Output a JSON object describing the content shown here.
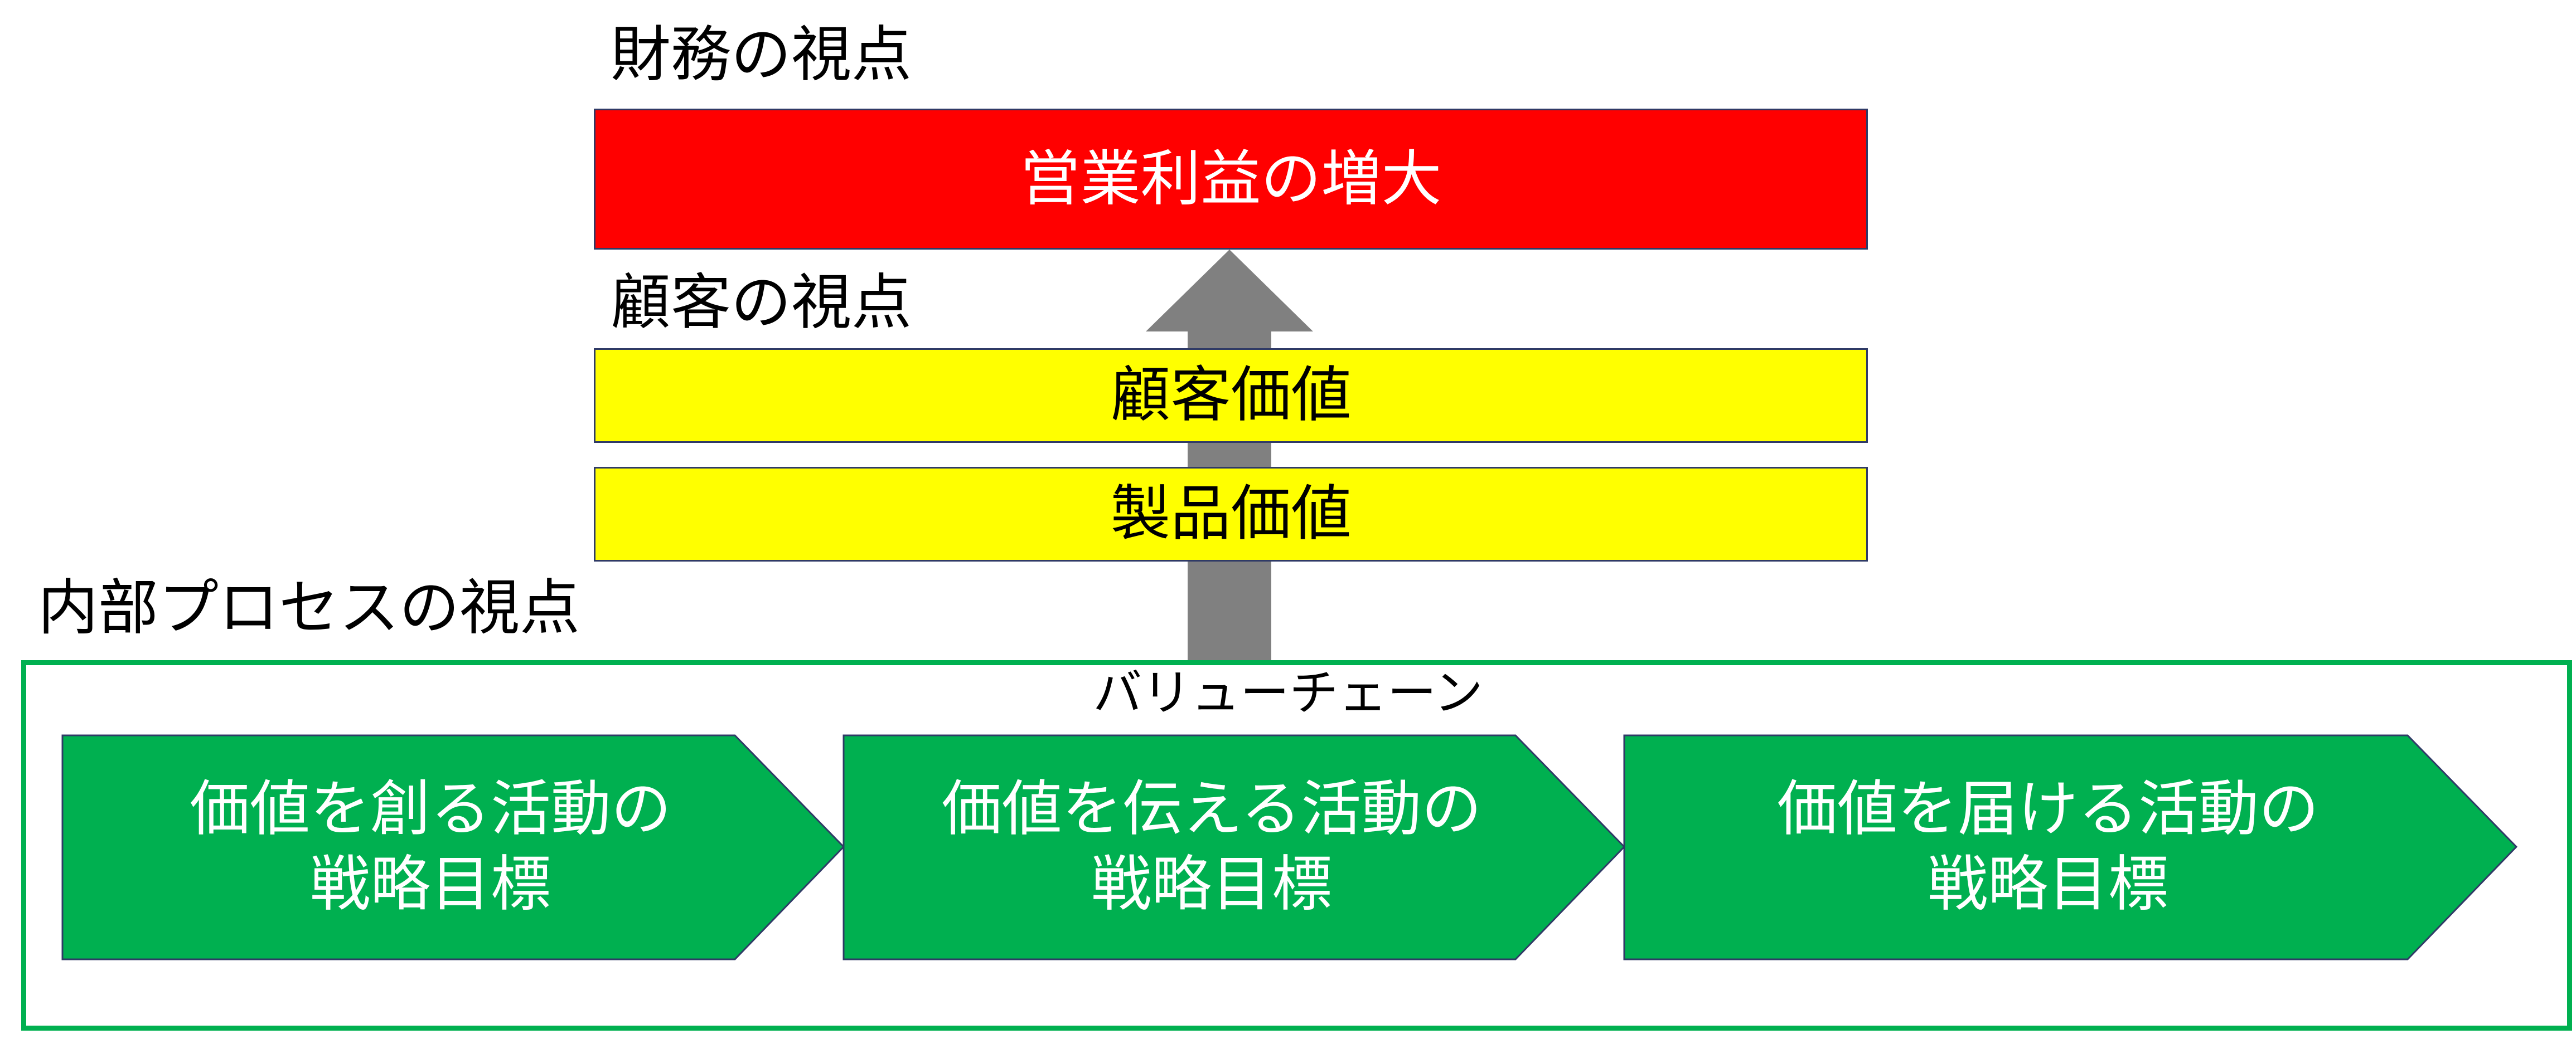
{
  "colors": {
    "financial_fill": "#ff0000",
    "customer_fill": "#ffff00",
    "process_fill": "#00b050",
    "container_border": "#00b050",
    "arrow": "#808080",
    "box_border": "#2f3a66"
  },
  "financial": {
    "heading": "財務の視点",
    "box": "営業利益の増大"
  },
  "customer": {
    "heading": "顧客の視点",
    "boxes": [
      "顧客価値",
      "製品価値"
    ]
  },
  "process": {
    "heading": "内部プロセスの視点",
    "container_title": "バリューチェーン",
    "steps": [
      {
        "line1": "価値を創る活動の",
        "line2": "戦略目標"
      },
      {
        "line1": "価値を伝える活動の",
        "line2": "戦略目標"
      },
      {
        "line1": "価値を届ける活動の",
        "line2": "戦略目標"
      }
    ]
  }
}
